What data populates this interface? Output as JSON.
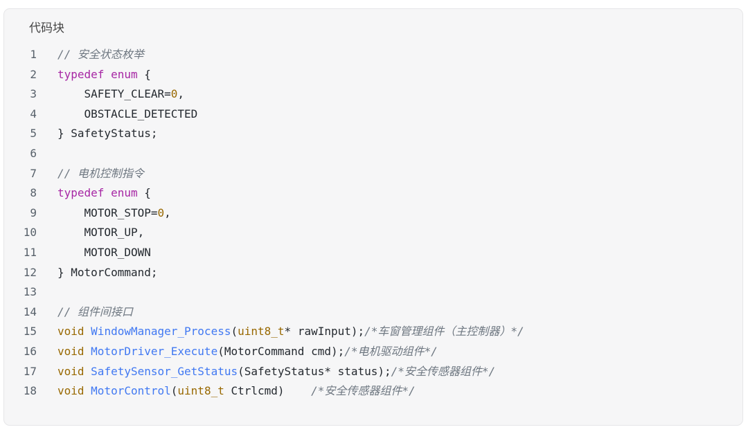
{
  "code_block": {
    "title": "代码块",
    "lines": [
      {
        "number": "1",
        "tokens": [
          {
            "type": "comment",
            "text": "// 安全状态枚举"
          }
        ]
      },
      {
        "number": "2",
        "tokens": [
          {
            "type": "keyword",
            "text": "typedef"
          },
          {
            "type": "plain",
            "text": " "
          },
          {
            "type": "keyword",
            "text": "enum"
          },
          {
            "type": "plain",
            "text": " {"
          }
        ]
      },
      {
        "number": "3",
        "tokens": [
          {
            "type": "plain",
            "text": "    SAFETY_CLEAR="
          },
          {
            "type": "number",
            "text": "0"
          },
          {
            "type": "plain",
            "text": ","
          }
        ]
      },
      {
        "number": "4",
        "tokens": [
          {
            "type": "plain",
            "text": "    OBSTACLE_DETECTED"
          }
        ]
      },
      {
        "number": "5",
        "tokens": [
          {
            "type": "plain",
            "text": "} SafetyStatus;"
          }
        ]
      },
      {
        "number": "6",
        "tokens": []
      },
      {
        "number": "7",
        "tokens": [
          {
            "type": "comment",
            "text": "// 电机控制指令"
          }
        ]
      },
      {
        "number": "8",
        "tokens": [
          {
            "type": "keyword",
            "text": "typedef"
          },
          {
            "type": "plain",
            "text": " "
          },
          {
            "type": "keyword",
            "text": "enum"
          },
          {
            "type": "plain",
            "text": " {"
          }
        ]
      },
      {
        "number": "9",
        "tokens": [
          {
            "type": "plain",
            "text": "    MOTOR_STOP="
          },
          {
            "type": "number",
            "text": "0"
          },
          {
            "type": "plain",
            "text": ","
          }
        ]
      },
      {
        "number": "10",
        "tokens": [
          {
            "type": "plain",
            "text": "    MOTOR_UP,"
          }
        ]
      },
      {
        "number": "11",
        "tokens": [
          {
            "type": "plain",
            "text": "    MOTOR_DOWN"
          }
        ]
      },
      {
        "number": "12",
        "tokens": [
          {
            "type": "plain",
            "text": "} MotorCommand;"
          }
        ]
      },
      {
        "number": "13",
        "tokens": []
      },
      {
        "number": "14",
        "tokens": [
          {
            "type": "comment",
            "text": "// 组件间接口"
          }
        ]
      },
      {
        "number": "15",
        "tokens": [
          {
            "type": "type",
            "text": "void"
          },
          {
            "type": "plain",
            "text": " "
          },
          {
            "type": "func",
            "text": "WindowManager_Process"
          },
          {
            "type": "plain",
            "text": "("
          },
          {
            "type": "type",
            "text": "uint8_t"
          },
          {
            "type": "plain",
            "text": "* rawInput);"
          },
          {
            "type": "comment",
            "text": "/*车窗管理组件（主控制器）*/"
          }
        ]
      },
      {
        "number": "16",
        "tokens": [
          {
            "type": "type",
            "text": "void"
          },
          {
            "type": "plain",
            "text": " "
          },
          {
            "type": "func",
            "text": "MotorDriver_Execute"
          },
          {
            "type": "plain",
            "text": "(MotorCommand cmd);"
          },
          {
            "type": "comment",
            "text": "/*电机驱动组件*/"
          }
        ]
      },
      {
        "number": "17",
        "tokens": [
          {
            "type": "type",
            "text": "void"
          },
          {
            "type": "plain",
            "text": " "
          },
          {
            "type": "func",
            "text": "SafetySensor_GetStatus"
          },
          {
            "type": "plain",
            "text": "(SafetyStatus* status);"
          },
          {
            "type": "comment",
            "text": "/*安全传感器组件*/"
          }
        ]
      },
      {
        "number": "18",
        "tokens": [
          {
            "type": "type",
            "text": "void"
          },
          {
            "type": "plain",
            "text": " "
          },
          {
            "type": "func",
            "text": "MotorControl"
          },
          {
            "type": "plain",
            "text": "("
          },
          {
            "type": "type",
            "text": "uint8_t"
          },
          {
            "type": "plain",
            "text": " Ctrlcmd)    "
          },
          {
            "type": "comment",
            "text": "/*安全传感器组件*/"
          }
        ]
      }
    ]
  }
}
